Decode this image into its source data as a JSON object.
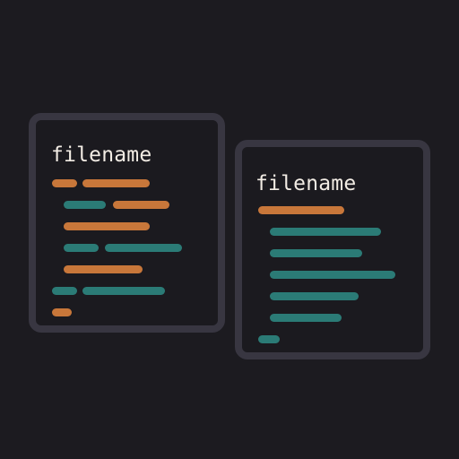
{
  "colors": {
    "background": "#1c1b20",
    "panel_border": "#383641",
    "panel_fill": "#1b1a1f",
    "title_text": "#f2ece4",
    "token_orange": "#c8773a",
    "token_teal": "#2b7b76"
  },
  "panels": [
    {
      "title": "filename",
      "lines": [
        [
          {
            "color": "orange"
          },
          {
            "color": "orange"
          }
        ],
        [
          {
            "color": "teal"
          },
          {
            "color": "orange"
          }
        ],
        [
          {
            "color": "orange"
          }
        ],
        [
          {
            "color": "teal"
          },
          {
            "color": "teal"
          }
        ],
        [
          {
            "color": "orange"
          }
        ],
        [
          {
            "color": "teal"
          },
          {
            "color": "teal"
          }
        ],
        [
          {
            "color": "orange"
          }
        ]
      ]
    },
    {
      "title": "filename",
      "lines": [
        [
          {
            "color": "orange"
          }
        ],
        [
          {
            "color": "teal"
          }
        ],
        [
          {
            "color": "teal"
          }
        ],
        [
          {
            "color": "teal"
          }
        ],
        [
          {
            "color": "teal"
          }
        ],
        [
          {
            "color": "teal"
          }
        ],
        [
          {
            "color": "teal"
          }
        ]
      ]
    }
  ]
}
